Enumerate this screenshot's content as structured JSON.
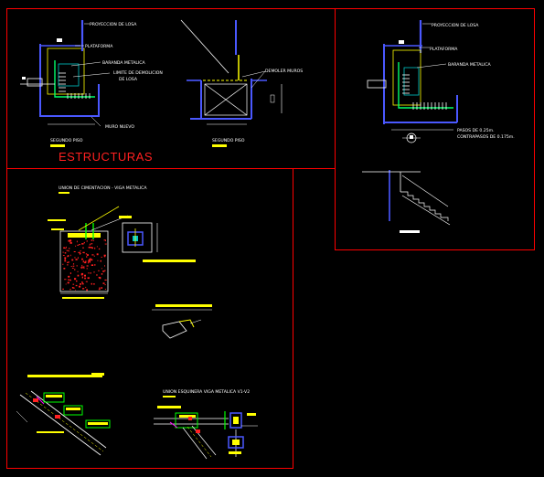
{
  "drawing": {
    "frame_color": "#ff0000",
    "background": "#000000",
    "title": "ESTRUCTURAS"
  },
  "panel_top_left": {
    "detail_a": {
      "label_proyeccion": "PROYECCION DE LOSA",
      "label_plataforma": "PLATAFORMA",
      "label_baranda": "BARANDA METALICA",
      "label_limite_1": "LIMITE DE DEMOLICION",
      "label_limite_2": "DE LOSA",
      "label_muro": "MURO NUEVO",
      "caption": "SEGUNDO PISO"
    },
    "detail_b": {
      "label_demoler": "DEMOLER MUROS",
      "caption": "SEGUNDO PISO"
    }
  },
  "panel_top_right": {
    "label_proyeccion": "PROYECCION DE LOSA",
    "label_plataforma": "PLATAFORMA",
    "label_baranda": "BARANDA METALICA",
    "note_1": "PASOS DE 0.25m.",
    "note_2": "CONTRAPASOS DE 0.175m."
  },
  "panel_bottom_left": {
    "title_cimentacion": "UNION DE CIMENTACION - VIGA METALICA",
    "title_esquinera": "UNION ESQUINERA VIGA METALICA V1-V2"
  },
  "colors": {
    "label": "#ffff00",
    "wall": "#4a58ff",
    "railing": "#00ff6a",
    "hatch": "#ff2020",
    "green_line": "#00ff00",
    "cyan": "#00c8c8",
    "magenta": "#ff00ff",
    "white": "#ffffff"
  }
}
